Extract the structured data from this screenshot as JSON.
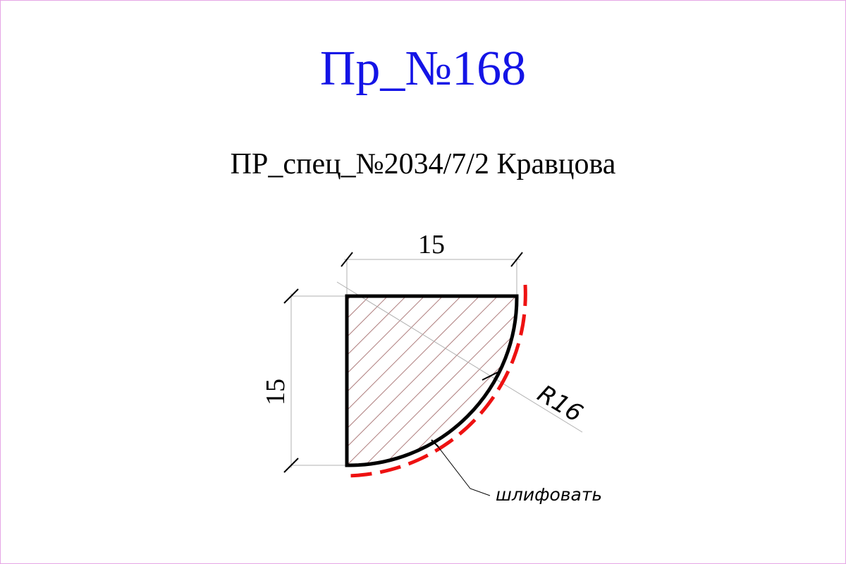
{
  "title": "Пр_№168",
  "subtitle": "ПР_спец_№2034/7/2 Кравцова",
  "drawing": {
    "dimensions": {
      "width": "15",
      "height": "15",
      "radius": "R16"
    },
    "note": "шлифовать"
  },
  "colors": {
    "title": "#1414e6",
    "outline": "#000000",
    "sanding_mark": "#ee1111",
    "hatch": "#b08080",
    "frame": "#e6a6e6"
  }
}
